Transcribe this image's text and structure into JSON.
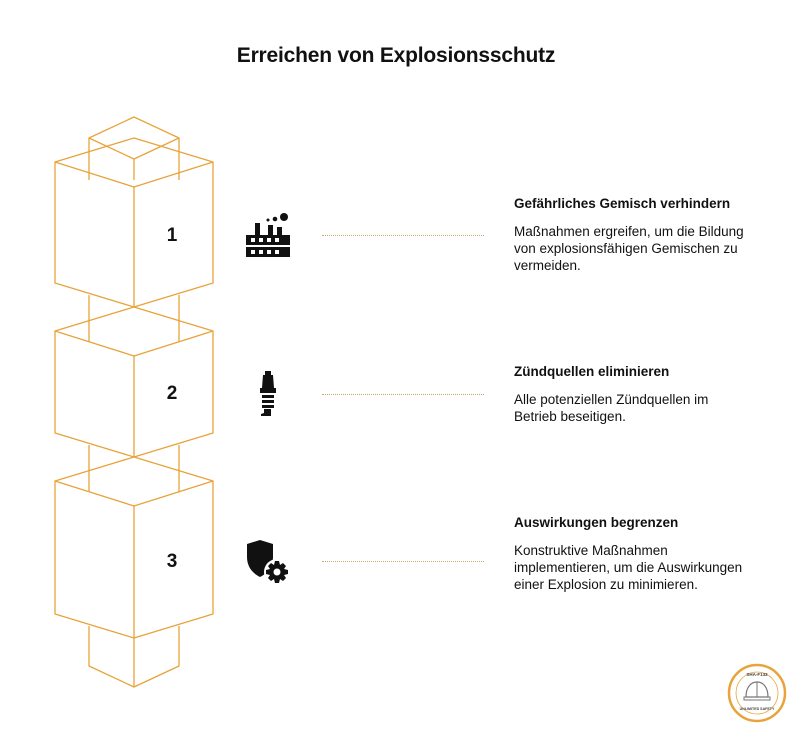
{
  "title": "Erreichen von Explosionsschutz",
  "colors": {
    "outline": "#e8a33a",
    "text": "#111111",
    "dots": "#c9a66b"
  },
  "steps": [
    {
      "number": "1",
      "icon": "factory-icon",
      "title": "Gefährliches Gemisch verhindern",
      "description": "Maßnahmen ergreifen, um die Bildung von explosionsfähigen Gemischen zu vermeiden."
    },
    {
      "number": "2",
      "icon": "spark-plug-icon",
      "title": "Zündquellen eliminieren",
      "description": "Alle potenziellen Zündquellen im Betrieb beseitigen."
    },
    {
      "number": "3",
      "icon": "shield-gear-icon",
      "title": "Auswirkungen begrenzen",
      "description": "Konstruktive Maßnahmen implementieren, um die Auswirkungen einer Explosion zu minimieren."
    }
  ],
  "seal": {
    "top_text": "SHA-F132",
    "bottom_text": "UNLIMITED SAFETY"
  }
}
